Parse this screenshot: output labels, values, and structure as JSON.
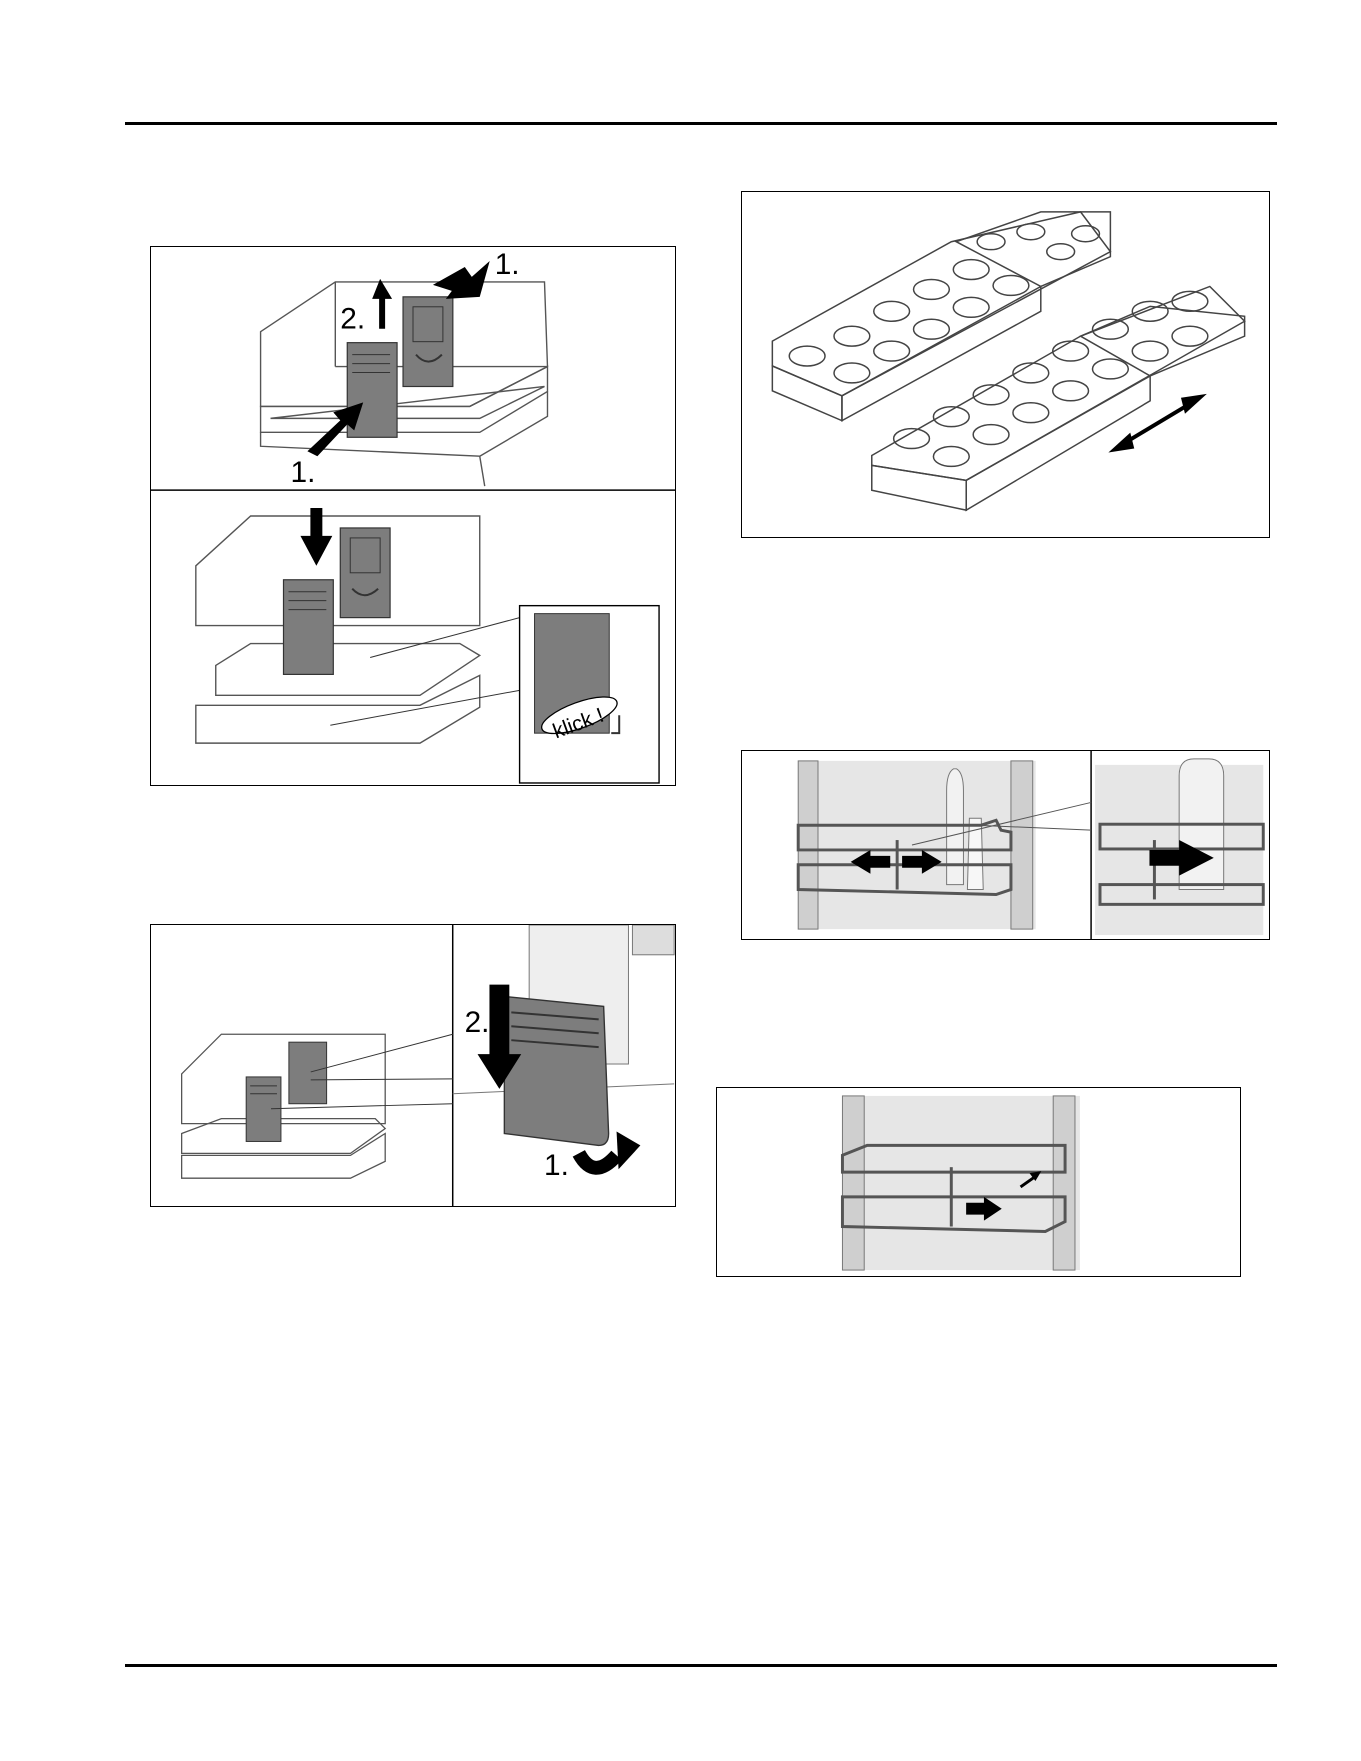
{
  "figures": {
    "fig1": {
      "step_a": "1.",
      "step_b": "2.",
      "step_c": "1.",
      "sound_label": "klick !"
    },
    "fig2": {
      "step_a": "2.",
      "step_b": "1."
    }
  }
}
